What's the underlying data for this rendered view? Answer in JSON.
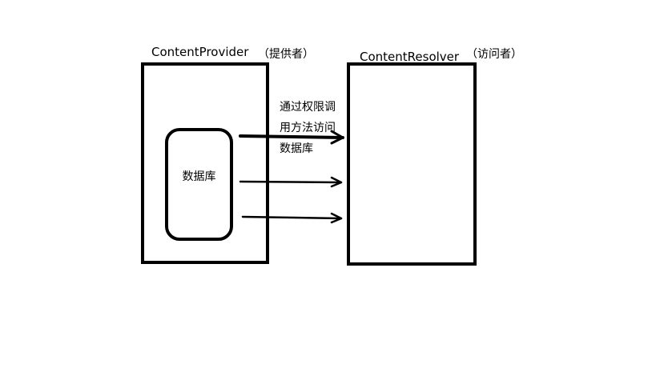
{
  "provider": {
    "name": "ContentProvider",
    "role": "（提供者）"
  },
  "resolver": {
    "name": "ContentResolver",
    "role": "（访问者）"
  },
  "database": {
    "label": "数据库"
  },
  "note": {
    "lines": [
      "通过权限调",
      "用方法访问",
      "数据库"
    ]
  }
}
